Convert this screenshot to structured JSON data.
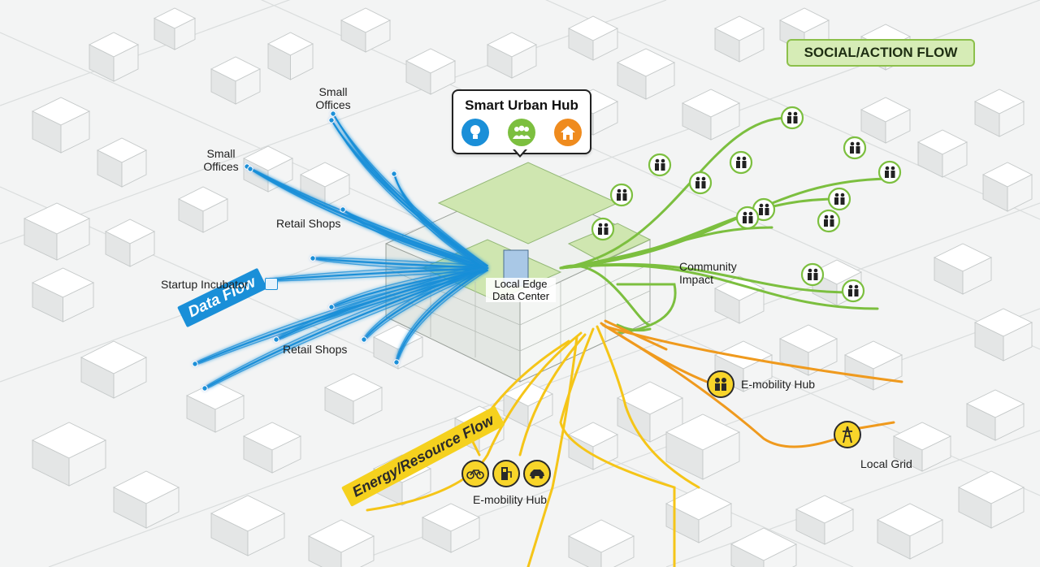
{
  "hub": {
    "title": "Smart Urban Hub",
    "icons": [
      "lightbulb-icon",
      "community-people-icon",
      "home-icon"
    ],
    "center_label": "Local Edge Data Center"
  },
  "flows": {
    "data": {
      "label": "Data Flow",
      "color": "#1a8fd8"
    },
    "energy": {
      "label": "Energy/Resource Flow",
      "color": "#f5c518"
    },
    "social": {
      "label": "SOCIAL/ACTION FLOW",
      "color": "#7cbf3f"
    }
  },
  "data_destinations": {
    "small_offices_1": "Small Offices",
    "small_offices_2": "Small Offices",
    "retail_shops_1": "Retail Shops",
    "startup_incubator": "Startup Incubator",
    "retail_shops_2": "Retail Shops"
  },
  "social_destinations": {
    "community_impact": "Community Impact"
  },
  "energy_destinations": {
    "emobility_hub_right": "E-mobility Hub",
    "emobility_hub_bottom": "E-mobility Hub",
    "local_grid": "Local Grid"
  },
  "emobility_icons": [
    "bicycle-icon",
    "charging-station-icon",
    "car-icon"
  ],
  "colors": {
    "background": "#f3f4f4",
    "building": "#ffffff",
    "building_side": "#e2e4e4",
    "green_roof": "#cfe6b0",
    "data_blue": "#1a8fd8",
    "energy_yellow": "#f5c518",
    "energy_orange": "#ef9a1e",
    "social_green": "#7cbf3f"
  }
}
